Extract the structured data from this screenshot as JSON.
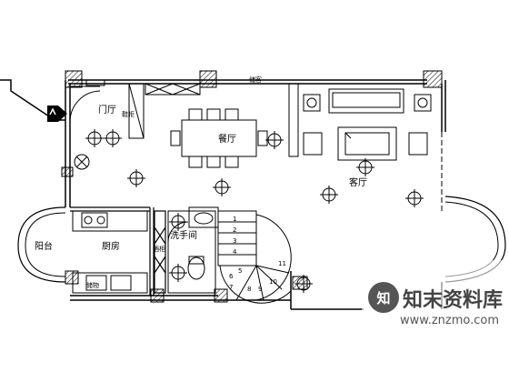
{
  "plan": {
    "rooms": {
      "foyer": "门厅",
      "dining": "餐厅",
      "living": "客厅",
      "kitchen": "厨房",
      "balcony": "阳台",
      "washroom": "洗手间",
      "shoe_cabinet": "鞋柜",
      "wine_cabinet": "酒柜",
      "storage": "储物",
      "misc_top": "储客"
    },
    "stair_numbers": [
      "1",
      "2",
      "3",
      "4",
      "5",
      "6",
      "7",
      "8",
      "9",
      "10",
      "11"
    ],
    "north_icon": "north-arrow-icon"
  },
  "watermark": {
    "title": "知末资料库",
    "url": "www.znzmo.com"
  }
}
